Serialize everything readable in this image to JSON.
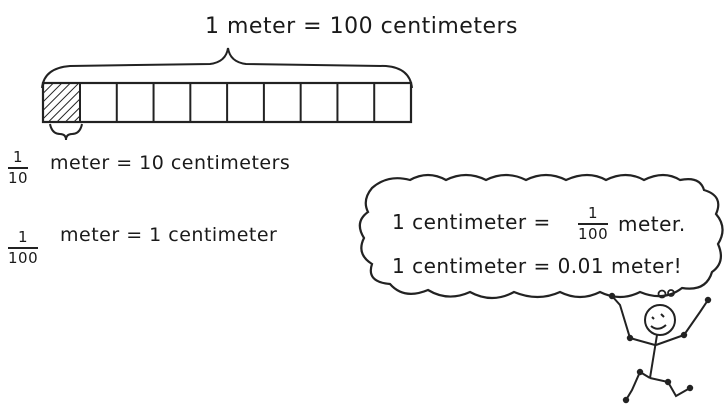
{
  "title": "1 meter = 100 centimeters",
  "equations": [
    {
      "numerator": "1",
      "denominator": "10",
      "text": "meter = 10 centimeters"
    },
    {
      "numerator": "1",
      "denominator": "100",
      "text": "meter = 1 centimeter"
    }
  ],
  "bubble": {
    "line1_prefix": "1 centimeter =",
    "line1_numerator": "1",
    "line1_denominator": "100",
    "line1_suffix": "meter.",
    "line2": "1 centimeter = 0.01 meter!"
  },
  "bar": {
    "segments": 10,
    "shaded_segments": 1
  }
}
